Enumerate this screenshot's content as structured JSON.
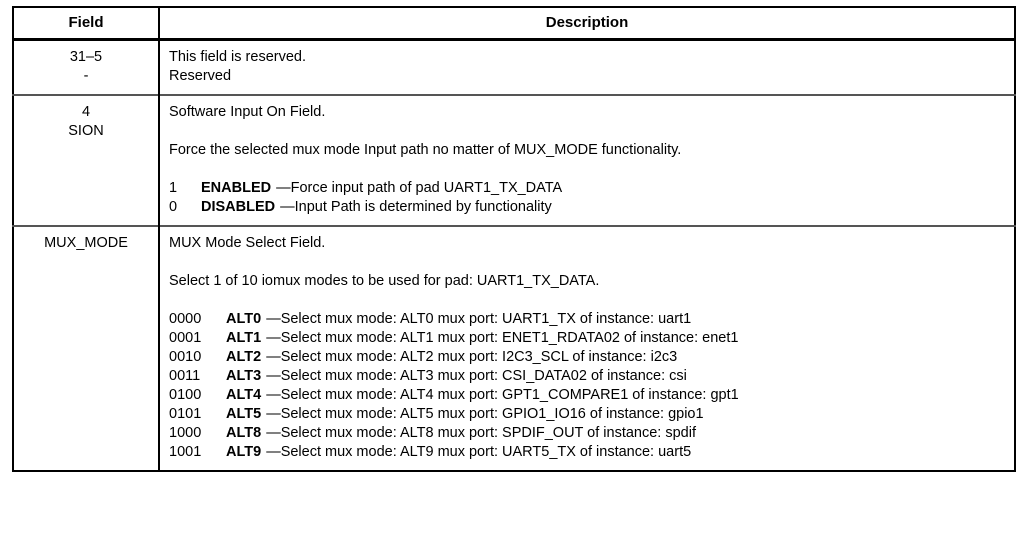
{
  "table": {
    "headers": {
      "field": "Field",
      "description": "Description"
    },
    "rows": [
      {
        "field": "31–5\n-",
        "field_bits": "31–5",
        "field_name": "-",
        "description": {
          "lines": [
            "This field is reserved.",
            "Reserved"
          ]
        }
      },
      {
        "field": "4\nSION",
        "field_bits": "4",
        "field_name": "SION",
        "description": {
          "title": "Software Input On Field.",
          "detail": "Force the selected mux mode Input path no matter of MUX_MODE functionality.",
          "enums": [
            {
              "code": "1",
              "name": "ENABLED",
              "dash": "—",
              "text": "Force input path of pad UART1_TX_DATA"
            },
            {
              "code": "0",
              "name": "DISABLED",
              "dash": "—",
              "text": "Input Path is determined by functionality"
            }
          ]
        }
      },
      {
        "field": "MUX_MODE",
        "field_bits": "",
        "field_name": "MUX_MODE",
        "description": {
          "title": "MUX Mode Select Field.",
          "detail": "Select 1 of 10 iomux modes to be used for pad: UART1_TX_DATA.",
          "enums": [
            {
              "code": "0000",
              "name": "ALT0",
              "dash": "—",
              "text": "Select mux mode: ALT0 mux port: UART1_TX of instance: uart1"
            },
            {
              "code": "0001",
              "name": "ALT1",
              "dash": "—",
              "text": "Select mux mode: ALT1 mux port: ENET1_RDATA02 of instance: enet1"
            },
            {
              "code": "0010",
              "name": "ALT2",
              "dash": "—",
              "text": "Select mux mode: ALT2 mux port: I2C3_SCL of instance: i2c3"
            },
            {
              "code": "0011",
              "name": "ALT3",
              "dash": "—",
              "text": "Select mux mode: ALT3 mux port: CSI_DATA02 of instance: csi"
            },
            {
              "code": "0100",
              "name": "ALT4",
              "dash": "—",
              "text": "Select mux mode: ALT4 mux port: GPT1_COMPARE1 of instance: gpt1"
            },
            {
              "code": "0101",
              "name": "ALT5",
              "dash": "—",
              "text": "Select mux mode: ALT5 mux port: GPIO1_IO16 of instance: gpio1"
            },
            {
              "code": "1000",
              "name": "ALT8",
              "dash": "—",
              "text": "Select mux mode: ALT8 mux port: SPDIF_OUT of instance: spdif"
            },
            {
              "code": "1001",
              "name": "ALT9",
              "dash": "—",
              "text": "Select mux mode: ALT9 mux port: UART5_TX of instance: uart5"
            }
          ]
        }
      }
    ]
  }
}
